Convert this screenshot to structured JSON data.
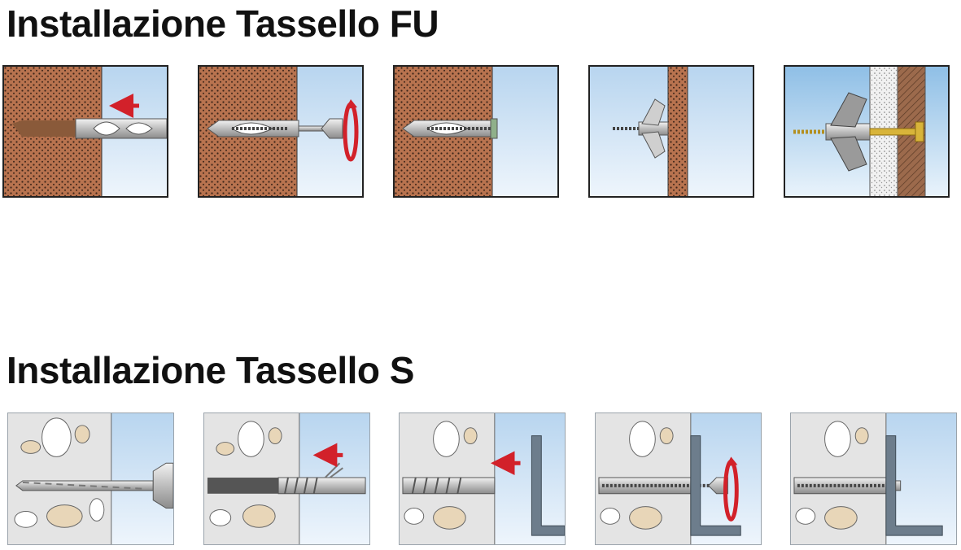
{
  "sections": {
    "fu": {
      "title": "Installazione Tassello FU",
      "steps": [
        "insert-anchor",
        "drive-screw",
        "anchor-set",
        "wings-open",
        "fixture-mounted"
      ]
    },
    "s": {
      "title": "Installazione Tassello S",
      "steps": [
        "drill-hole",
        "insert-anchor",
        "place-fixture",
        "drive-screw",
        "fixture-mounted"
      ]
    }
  },
  "colors": {
    "brick": "#b8734f",
    "cavity": "#d5e8f8",
    "concrete": "#e4e4e4",
    "stone_white": "#ffffff",
    "stone_beige": "#e8d6b8",
    "anchor": "#c9c9c9",
    "plug_brown": "#8a5a3a",
    "bracket": "#6d7d8c",
    "arrow_red": "#d2212a",
    "screw_gold": "#d8b43a"
  },
  "icons": {
    "push_arrow": "left-arrow-icon",
    "rotate": "rotate-arrow-icon"
  }
}
